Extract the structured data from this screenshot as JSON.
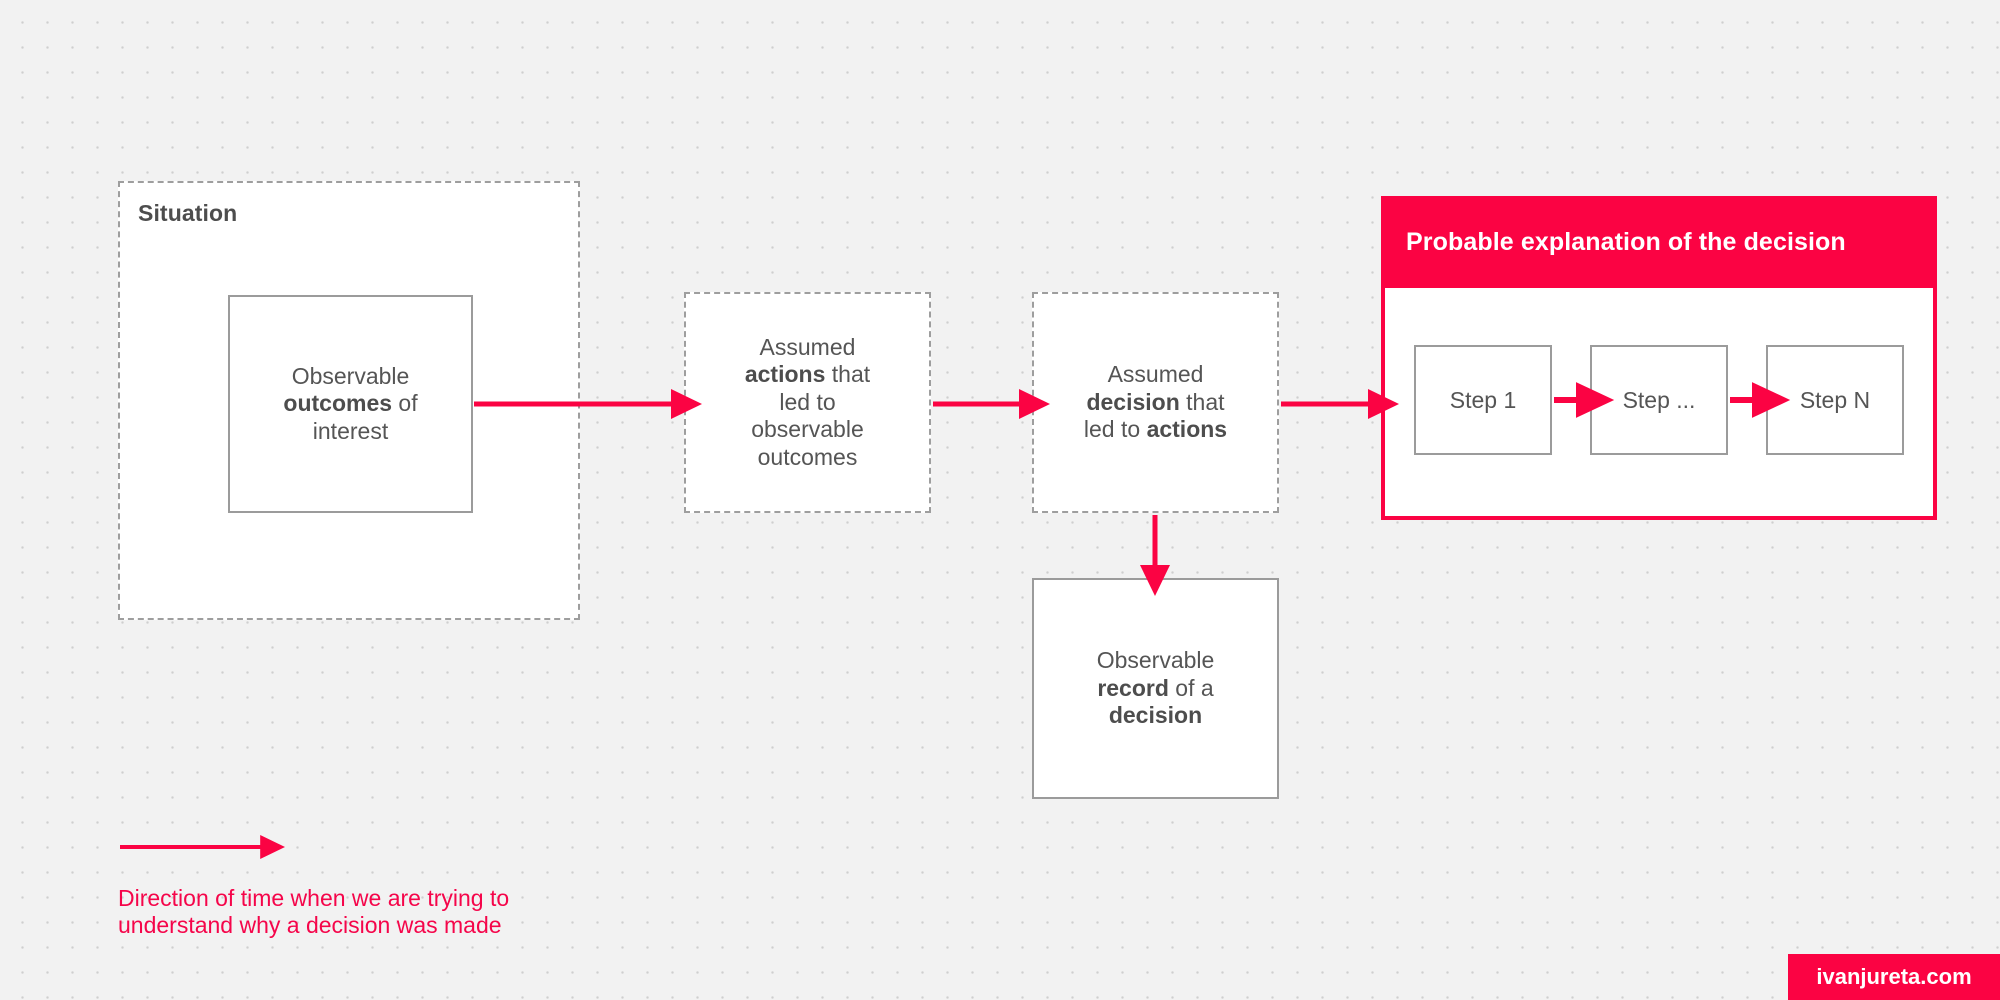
{
  "diagram": {
    "title": "Probable explanation of the decision",
    "accent_color": "#fb0343",
    "legend_text_color": "#f5054a",
    "node_text_color": "#555555",
    "background_color": "#f2f2f2"
  },
  "situation": {
    "label": "Situation",
    "outcomes_node": {
      "line1": "Observable",
      "bold1": "outcomes",
      "line2_tail": " of",
      "line3": "interest"
    }
  },
  "nodes": {
    "assumed_actions": {
      "line1": "Assumed",
      "bold1": "actions",
      "tail1": " that",
      "line2": "led to",
      "line3": "observable",
      "line4": "outcomes"
    },
    "assumed_decision": {
      "line1": "Assumed",
      "bold1": "decision",
      "tail1": " that",
      "line2_head": "led to ",
      "bold2": "actions"
    },
    "observable_record": {
      "line1": "Observable",
      "bold1": "record",
      "tail1": " of a",
      "bold2": "decision"
    }
  },
  "explanation_panel": {
    "header_title": "Probable explanation of the decision",
    "steps": [
      {
        "label": "Step 1"
      },
      {
        "label": "Step ..."
      },
      {
        "label": "Step N"
      }
    ]
  },
  "legend": {
    "line1": "Direction of time when we are trying to",
    "line2": "understand why a decision was made"
  },
  "watermark": {
    "label": "ivanjureta.com"
  }
}
